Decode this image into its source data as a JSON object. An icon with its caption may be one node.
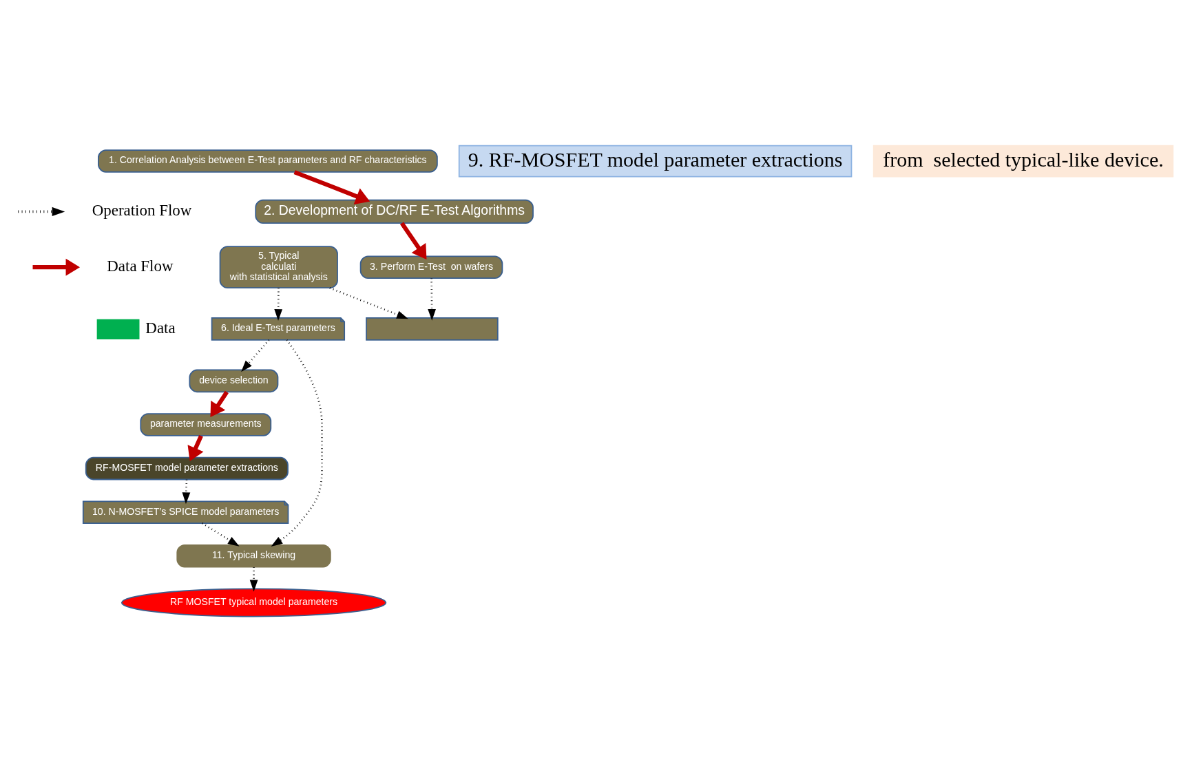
{
  "diagram": {
    "nodes": [
      {
        "text": [
          "2. Development of DC/RF E-Test Algorithms"
        ]
      },
      {
        "text": [
          "1. Correlation Analysis between E-Test parameters and RF characteristics"
        ]
      },
      {
        "text": [
          "3. Perform E-Test  on wafers"
        ]
      },
      {
        "text": [],
        "shape": "box"
      },
      {
        "text": [
          "9. RF-MOSFET model parameter extractions"
        ]
      },
      {
        "text": [
          "from  selected typical-like device."
        ]
      },
      {
        "text": [
          "5. Typical",
          "calculati",
          "with statistical analysis"
        ]
      },
      {
        "text": [
          "device selection"
        ]
      },
      {
        "text": [
          "parameter measurements"
        ]
      },
      {
        "text": [
          "RF-MOSFET model parameter extractions"
        ]
      },
      {
        "text": [
          "6. Ideal E-Test parameters"
        ]
      },
      {
        "text": [
          "11. Typical skewing"
        ]
      },
      {
        "text": [
          "10. N-MOSFET’s SPICE model parameters"
        ]
      },
      {
        "text": [
          "RF MOSFET typical model parameters"
        ]
      }
    ],
    "edges": [
      {
        "from": 1,
        "to": 0,
        "arrow": "to",
        "style": "thick",
        "color": "#c00000"
      },
      {
        "from": 0,
        "to": 2,
        "arrow": "to",
        "style": "thick",
        "color": "#c00000"
      },
      {
        "from": 2,
        "to": 3,
        "arrow": "to",
        "style": "dashed"
      },
      {
        "from": 6,
        "to": 3,
        "arrow": "to",
        "style": "dashed"
      },
      {
        "from": 6,
        "to": 10,
        "arrow": "to",
        "style": "dashed"
      },
      {
        "from": 10,
        "to": 7,
        "arrow": "to",
        "style": "dashed"
      },
      {
        "from": 10,
        "to": 11,
        "arrow": "to",
        "style": "dashed"
      },
      {
        "from": 7,
        "to": 8,
        "arrow": "to",
        "style": "thick",
        "color": "#c00000"
      },
      {
        "from": 8,
        "to": 9,
        "arrow": "to",
        "style": "thick",
        "color": "#c00000"
      },
      {
        "from": 9,
        "to": 12,
        "arrow": "to",
        "style": "dashed"
      },
      {
        "from": 12,
        "to": 11,
        "arrow": "to",
        "style": "dashed"
      },
      {
        "from": 11,
        "to": 13,
        "arrow": "to",
        "style": "dashed"
      }
    ],
    "legend": [
      {
        "text": "Operation Flow"
      },
      {
        "text": "Data Flow"
      },
      {
        "text": "Data",
        "color": "#00b050"
      }
    ]
  }
}
